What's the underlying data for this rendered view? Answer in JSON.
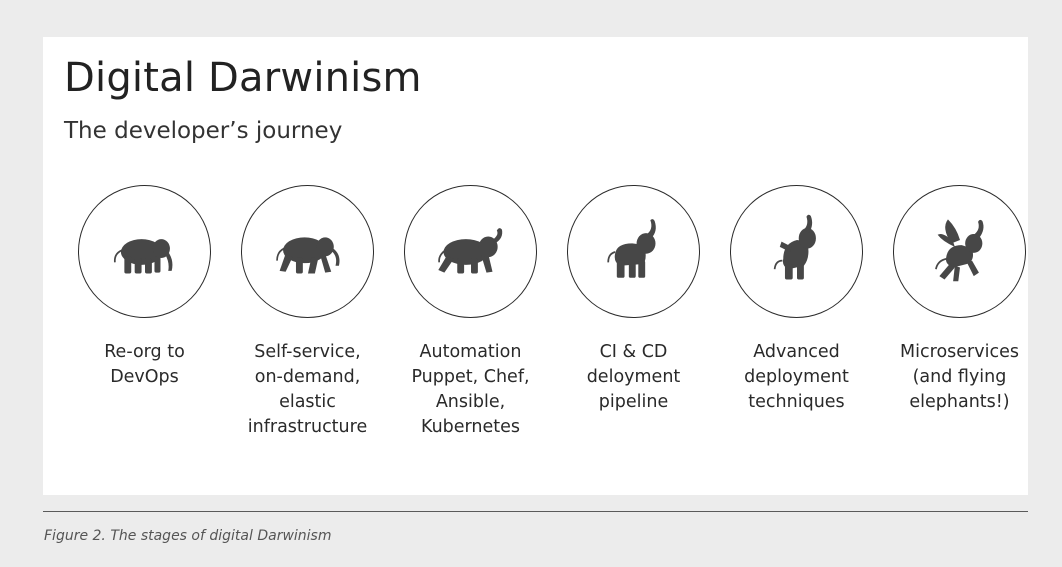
{
  "diagram": {
    "title": "Digital Darwinism",
    "subtitle": "The developer’s journey",
    "stages": [
      {
        "icon": "elephant-small-icon",
        "lines": [
          "Re-org to",
          "DevOps"
        ]
      },
      {
        "icon": "elephant-walking-icon",
        "lines": [
          "Self-service,",
          "on-demand,",
          "elastic",
          "infrastructure"
        ]
      },
      {
        "icon": "elephant-trumpeting-icon",
        "lines": [
          "Automation",
          "Puppet, Chef,",
          "Ansible,",
          "Kubernetes"
        ]
      },
      {
        "icon": "elephant-trunk-raised-icon",
        "lines": [
          "CI & CD",
          "deloyment",
          "pipeline"
        ]
      },
      {
        "icon": "elephant-rearing-icon",
        "lines": [
          "Advanced",
          "deployment",
          "techniques"
        ]
      },
      {
        "icon": "elephant-flying-icon",
        "lines": [
          "Microservices",
          "(and flying",
          "elephants!)"
        ]
      }
    ]
  },
  "caption": "Figure 2. The stages of digital Darwinism",
  "colors": {
    "background": "#ececec",
    "card": "#ffffff",
    "elephant": "#474747",
    "text": "#2a2a2a"
  }
}
